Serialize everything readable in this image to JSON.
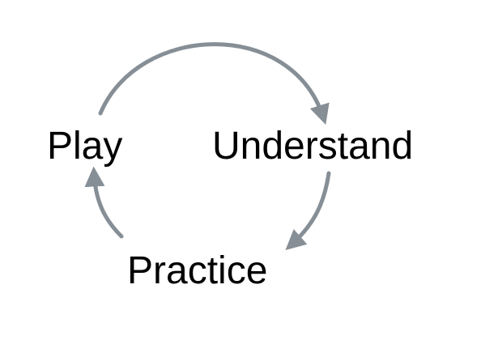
{
  "diagram": {
    "type": "cycle",
    "nodes": [
      {
        "id": "play",
        "label": "Play"
      },
      {
        "id": "understand",
        "label": "Understand"
      },
      {
        "id": "practice",
        "label": "Practice"
      }
    ],
    "edges": [
      {
        "from": "play",
        "to": "understand"
      },
      {
        "from": "understand",
        "to": "practice"
      },
      {
        "from": "practice",
        "to": "play"
      }
    ],
    "colors": {
      "arrow": "#868e96",
      "text": "#000000",
      "background": "#ffffff"
    }
  }
}
